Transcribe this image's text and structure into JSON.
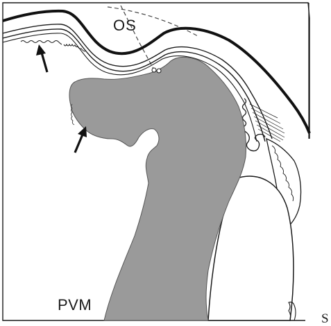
{
  "labels": {
    "os": "OS",
    "pvm": "PVM",
    "s": "S"
  },
  "colors": {
    "vitreous_mass": "#9a9a9a",
    "line": "#1a1a1a",
    "background": "#ffffff"
  },
  "icons": {
    "arrow_upper": "arrow-up-icon",
    "arrow_lower": "arrow-up-right-icon"
  }
}
